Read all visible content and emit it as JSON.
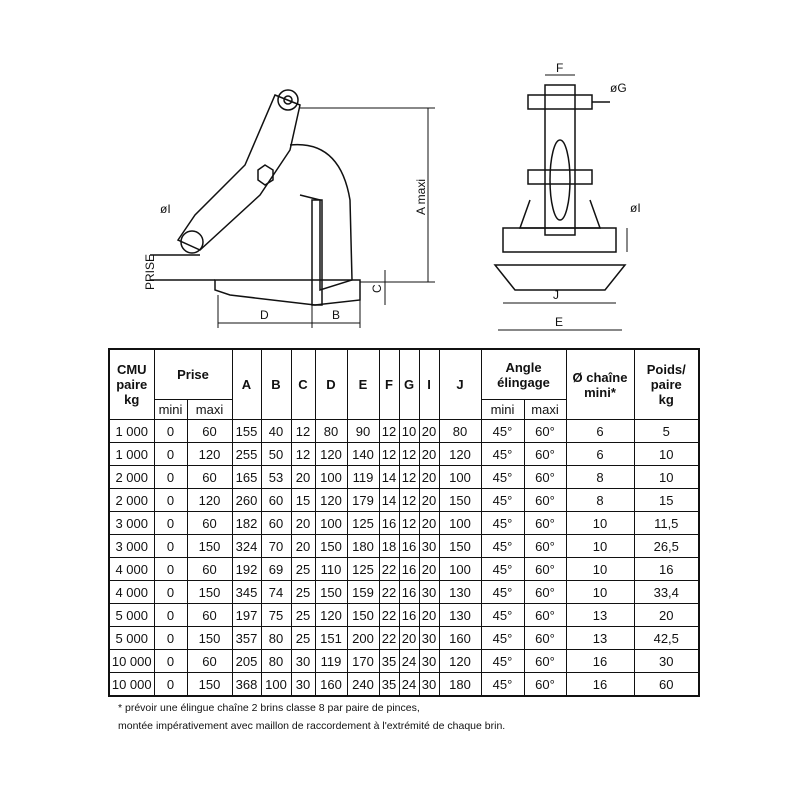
{
  "diagram_labels": {
    "side_view": {
      "dia_i": "øI",
      "prise": "PRISE",
      "a_maxi": "A maxi",
      "c": "C",
      "d": "D",
      "b": "B"
    },
    "front_view": {
      "f": "F",
      "dia_g": "øG",
      "dia_i": "øI",
      "j": "J",
      "e": "E"
    }
  },
  "table": {
    "headers": {
      "cmu": [
        "CMU",
        "paire",
        "kg"
      ],
      "prise": "Prise",
      "prise_mini": "mini",
      "prise_maxi": "maxi",
      "dims": [
        "A",
        "B",
        "C",
        "D",
        "E",
        "F",
        "G",
        "I",
        "J"
      ],
      "angle": [
        "Angle",
        "élingage"
      ],
      "angle_mini": "mini",
      "angle_maxi": "maxi",
      "chaine": [
        "Ø chaîne",
        "mini*"
      ],
      "poids": [
        "Poids/",
        "paire",
        "kg"
      ]
    },
    "rows": [
      [
        "1 000",
        "0",
        "60",
        "155",
        "40",
        "12",
        "80",
        "90",
        "12",
        "10",
        "20",
        "80",
        "45°",
        "60°",
        "6",
        "5"
      ],
      [
        "1 000",
        "0",
        "120",
        "255",
        "50",
        "12",
        "120",
        "140",
        "12",
        "12",
        "20",
        "120",
        "45°",
        "60°",
        "6",
        "10"
      ],
      [
        "2 000",
        "0",
        "60",
        "165",
        "53",
        "20",
        "100",
        "119",
        "14",
        "12",
        "20",
        "100",
        "45°",
        "60°",
        "8",
        "10"
      ],
      [
        "2 000",
        "0",
        "120",
        "260",
        "60",
        "15",
        "120",
        "179",
        "14",
        "12",
        "20",
        "150",
        "45°",
        "60°",
        "8",
        "15"
      ],
      [
        "3 000",
        "0",
        "60",
        "182",
        "60",
        "20",
        "100",
        "125",
        "16",
        "12",
        "20",
        "100",
        "45°",
        "60°",
        "10",
        "11,5"
      ],
      [
        "3 000",
        "0",
        "150",
        "324",
        "70",
        "20",
        "150",
        "180",
        "18",
        "16",
        "30",
        "150",
        "45°",
        "60°",
        "10",
        "26,5"
      ],
      [
        "4 000",
        "0",
        "60",
        "192",
        "69",
        "25",
        "110",
        "125",
        "22",
        "16",
        "20",
        "100",
        "45°",
        "60°",
        "10",
        "16"
      ],
      [
        "4 000",
        "0",
        "150",
        "345",
        "74",
        "25",
        "150",
        "159",
        "22",
        "16",
        "30",
        "130",
        "45°",
        "60°",
        "10",
        "33,4"
      ],
      [
        "5 000",
        "0",
        "60",
        "197",
        "75",
        "25",
        "120",
        "150",
        "22",
        "16",
        "20",
        "130",
        "45°",
        "60°",
        "13",
        "20"
      ],
      [
        "5 000",
        "0",
        "150",
        "357",
        "80",
        "25",
        "151",
        "200",
        "22",
        "20",
        "30",
        "160",
        "45°",
        "60°",
        "13",
        "42,5"
      ],
      [
        "10 000",
        "0",
        "60",
        "205",
        "80",
        "30",
        "119",
        "170",
        "35",
        "24",
        "30",
        "120",
        "45°",
        "60°",
        "16",
        "30"
      ],
      [
        "10 000",
        "0",
        "150",
        "368",
        "100",
        "30",
        "160",
        "240",
        "35",
        "24",
        "30",
        "180",
        "45°",
        "60°",
        "16",
        "60"
      ]
    ]
  },
  "footnote": {
    "line1": "* prévoir une élingue chaîne 2 brins classe 8 par paire de pinces,",
    "line2": "montée impérativement avec maillon de raccordement à l'extrémité de chaque brin."
  }
}
